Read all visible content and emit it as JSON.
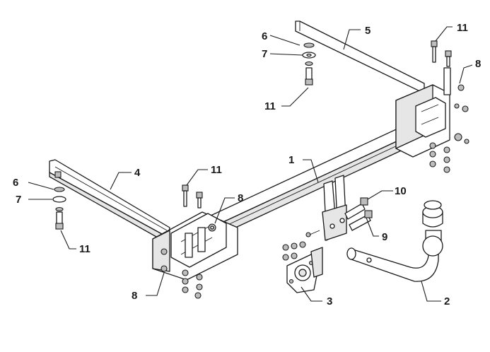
{
  "diagram": {
    "callouts": [
      {
        "id": "c1",
        "text": "1"
      },
      {
        "id": "c2",
        "text": "2"
      },
      {
        "id": "c3",
        "text": "3"
      },
      {
        "id": "c4",
        "text": "4"
      },
      {
        "id": "c5",
        "text": "5"
      },
      {
        "id": "c6a",
        "text": "6"
      },
      {
        "id": "c6b",
        "text": "6"
      },
      {
        "id": "c7a",
        "text": "7"
      },
      {
        "id": "c7b",
        "text": "7"
      },
      {
        "id": "c8a",
        "text": "8"
      },
      {
        "id": "c8b",
        "text": "8"
      },
      {
        "id": "c8c",
        "text": "8"
      },
      {
        "id": "c9",
        "text": "9"
      },
      {
        "id": "c10",
        "text": "10"
      },
      {
        "id": "c11a",
        "text": "11"
      },
      {
        "id": "c11b",
        "text": "11"
      },
      {
        "id": "c11c",
        "text": "11"
      },
      {
        "id": "c11d",
        "text": "11"
      }
    ],
    "colors": {
      "line": "#1a1a1a",
      "fill": "#ffffff",
      "shade": "#e6e6e6",
      "dark": "#bdbdbd"
    }
  }
}
